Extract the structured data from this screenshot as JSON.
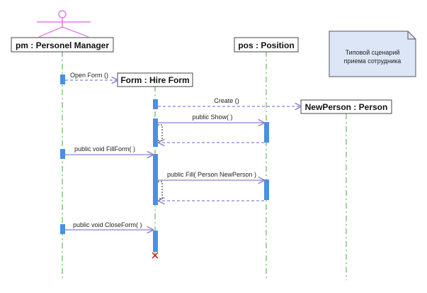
{
  "participants": {
    "pm": "pm : Personel Manager",
    "form": "Form : Hire Form",
    "pos": "pos : Position",
    "person": "NewPerson :  Person"
  },
  "note": {
    "line1": "Типовой сценарий",
    "line2": "приема сотрудника"
  },
  "messages": {
    "open_form": "Open Form ()",
    "create": "Create ()",
    "show": "public Show(  )",
    "fill_form": "public void  FillForm(  )",
    "fill": "public Fill( Person NewPerson )",
    "close_form": "public void  CloseForm(  )"
  },
  "colors": {
    "lifeline": "#80c878",
    "activation": "#4a90e2",
    "message": "#8a7fd6",
    "actor": "#e060e0",
    "note_fill": "#dde6f7",
    "destroy": "#e01010"
  }
}
